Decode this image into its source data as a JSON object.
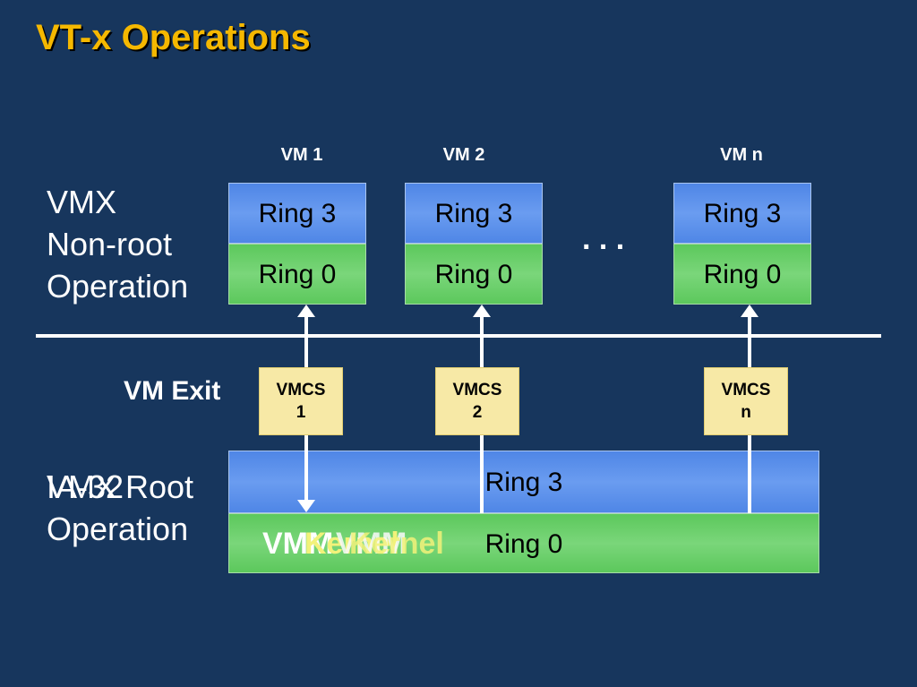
{
  "title": "VT-x Operations",
  "vms": [
    {
      "label": "VM 1",
      "ring3": "Ring 3",
      "ring0": "Ring 0",
      "vmcs_line1": "VMCS",
      "vmcs_line2": "1"
    },
    {
      "label": "VM 2",
      "ring3": "Ring 3",
      "ring0": "Ring 0",
      "vmcs_line1": "VMCS",
      "vmcs_line2": "2"
    },
    {
      "label": "VM n",
      "ring3": "Ring 3",
      "ring0": "Ring 0",
      "vmcs_line1": "VMCS",
      "vmcs_line2": "n"
    }
  ],
  "ellipsis": ". . .",
  "nonroot_label": [
    "VMX",
    "Non-root",
    "Operation"
  ],
  "vm_exit": "VM Exit",
  "root_label_overlap": [
    "IA-32",
    "VMX Root"
  ],
  "root_label_line2": "Operation",
  "host": {
    "ring3": "Ring 3",
    "ring0": "Ring 0"
  },
  "host_overlap_texts": [
    "VMM",
    "Kernel",
    "VMM",
    "Kernel"
  ],
  "colors": {
    "background": "#17365d",
    "title": "#f5b800",
    "ring3": "#5b8ee8",
    "ring0": "#6fd06f",
    "vmcs": "#f7e9a6"
  }
}
